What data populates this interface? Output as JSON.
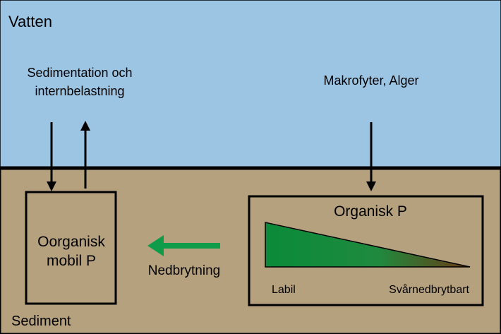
{
  "water": {
    "label": "Vatten",
    "left_caption_line1": "Sedimentation och",
    "left_caption_line2": "internbelastning",
    "right_caption": "Makrofyter, Alger"
  },
  "sediment": {
    "label": "Sediment",
    "inorganic_box": {
      "line1": "Oorganisk",
      "line2": "mobil P"
    },
    "process_label": "Nedbrytning",
    "organic_box": {
      "title": "Organisk P",
      "gradient_left_label": "Labil",
      "gradient_right_label": "Svårnedbrytbart"
    }
  },
  "colors": {
    "water": "#9cc5e4",
    "sediment": "#b6a17e",
    "arrow_green": "#0e9c4a",
    "gradient_start": "#0a8a3a",
    "gradient_mid": "#1f8a3e",
    "gradient_end": "#6b3a14"
  },
  "icons": {
    "down_arrow": "arrow-down-icon",
    "up_arrow": "arrow-up-icon",
    "left_arrow": "arrow-left-icon"
  }
}
